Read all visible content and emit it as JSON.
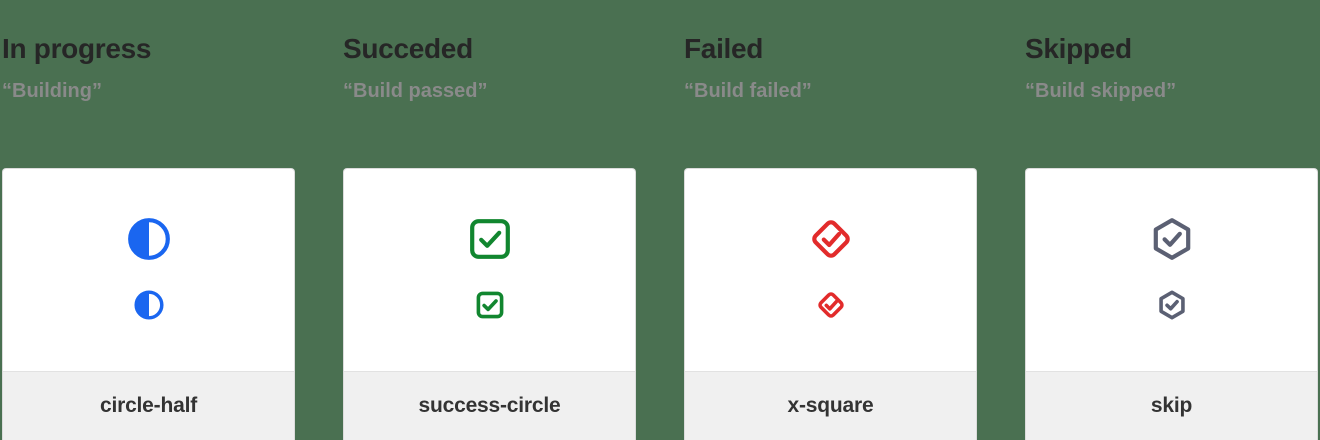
{
  "page": {
    "background_color": "#4a7051",
    "card_background": "#ffffff",
    "card_footer_background": "#f0f0f0",
    "title_color": "#262626",
    "subtitle_color": "#8a8a8a",
    "footer_label_color": "#333333"
  },
  "columns": [
    {
      "title": "In progress",
      "subtitle": "“Building”",
      "icon_name": "circle-half-icon",
      "icon_label": "circle-half",
      "icon_color": "#1a66f0"
    },
    {
      "title": "Succeded",
      "subtitle": "“Build passed”",
      "icon_name": "success-circle-icon",
      "icon_label": "success-circle",
      "icon_color": "#11862f"
    },
    {
      "title": "Failed",
      "subtitle": "“Build failed”",
      "icon_name": "x-square-icon",
      "icon_label": "x-square",
      "icon_color": "#e22b2b"
    },
    {
      "title": "Skipped",
      "subtitle": "“Build skipped”",
      "icon_name": "skip-icon",
      "icon_label": "skip",
      "icon_color": "#5b6073"
    }
  ]
}
